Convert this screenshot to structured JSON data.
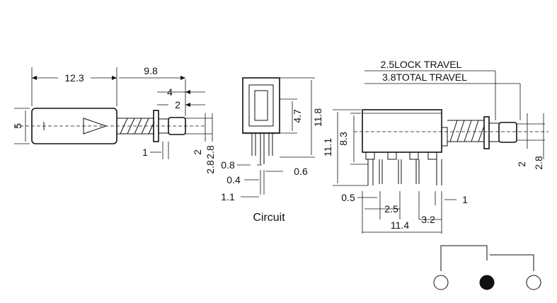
{
  "left_view": {
    "length_body": "12.3",
    "length_plunger": "9.8",
    "travel_total": "4",
    "travel_lock": "2",
    "height": "5",
    "pin_width": "1",
    "small_2": "2",
    "small_28": "2.8"
  },
  "middle_view": {
    "height_outer": "11.8",
    "height_inner": "4.7",
    "pin_08": "0.8",
    "pin_06": "0.6",
    "pin_04": "0.4",
    "pin_11": "1.1",
    "pin_28": "2.8",
    "caption": "Circuit"
  },
  "right_view": {
    "lock_travel": "2.5LOCK TRAVEL",
    "total_travel": "3.8TOTAL TRAVEL",
    "height_111": "11.1",
    "height_83": "8.3",
    "pin_05": "0.5",
    "pitch_25": "2.5",
    "width_32": "3.2",
    "width_114": "11.4",
    "pin_1": "1",
    "small_2": "2",
    "small_28": "2.8"
  }
}
